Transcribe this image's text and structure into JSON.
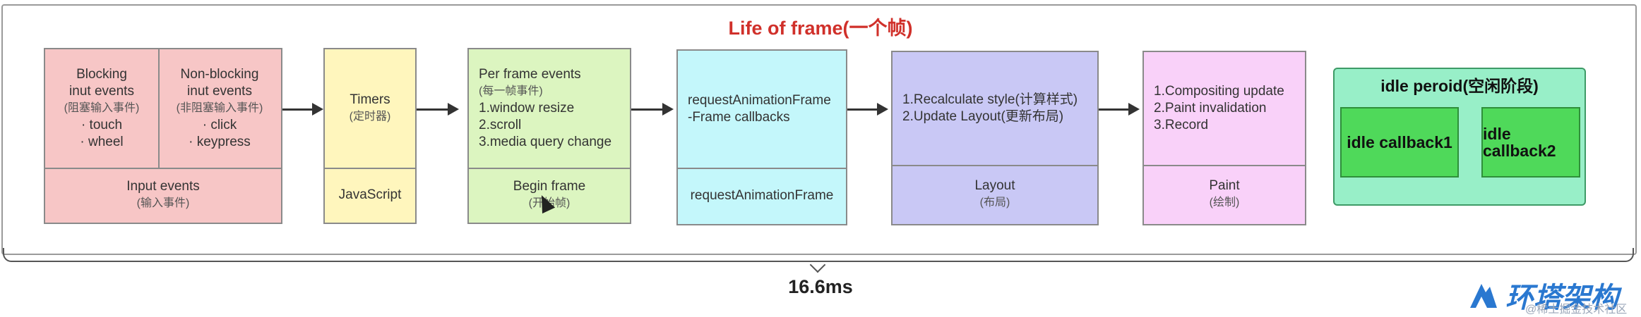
{
  "title": "Life of frame(一个帧)",
  "duration": "16.6ms",
  "colors": {
    "input": "#f7c6c6",
    "timers": "#fff6bd",
    "begin_frame": "#dcf5c0",
    "raf": "#c4f7fb",
    "layout": "#c9c8f5",
    "paint": "#f9d1f9",
    "idle_outer": "#98efc8",
    "idle_callback": "#4fd95a",
    "title": "#d0302a",
    "logo": "#2a78d0"
  },
  "input": {
    "blocking": {
      "title": "Blocking",
      "line2": "inut events",
      "cn": "(阻塞输入事件)",
      "items": [
        "· touch",
        "· wheel"
      ]
    },
    "non_blocking": {
      "title": "Non-blocking",
      "line2": "inut events",
      "cn": "(非阻塞输入事件)",
      "items": [
        "· click",
        "· keypress"
      ]
    },
    "footer": "Input events",
    "footer_cn": "(输入事件)"
  },
  "timers": {
    "title": "Timers",
    "cn": "(定时器)",
    "footer": "JavaScript"
  },
  "begin_frame": {
    "title": "Per frame events",
    "cn": "(每一帧事件)",
    "items": [
      "1.window resize",
      "2.scroll",
      "3.media query change"
    ],
    "footer": "Begin frame",
    "footer_cn": "(开始帧)"
  },
  "raf": {
    "line1": "requestAnimationFrame",
    "line2": "-Frame callbacks",
    "footer": "requestAnimationFrame"
  },
  "layout": {
    "line1": "1.Recalculate style(计算样式)",
    "line2": "2.Update Layout(更新布局)",
    "footer": "Layout",
    "footer_cn": "(布局)"
  },
  "paint": {
    "items": [
      "1.Compositing update",
      "2.Paint invalidation",
      "3.Record"
    ],
    "footer": "Paint",
    "footer_cn": "(绘制)"
  },
  "idle": {
    "title": "idle peroid(空闲阶段)",
    "callback1": "idle callback1",
    "callback2": "idle callback2"
  },
  "logo_text": "环塔架构",
  "watermark": "@稀土掘金技术社区"
}
